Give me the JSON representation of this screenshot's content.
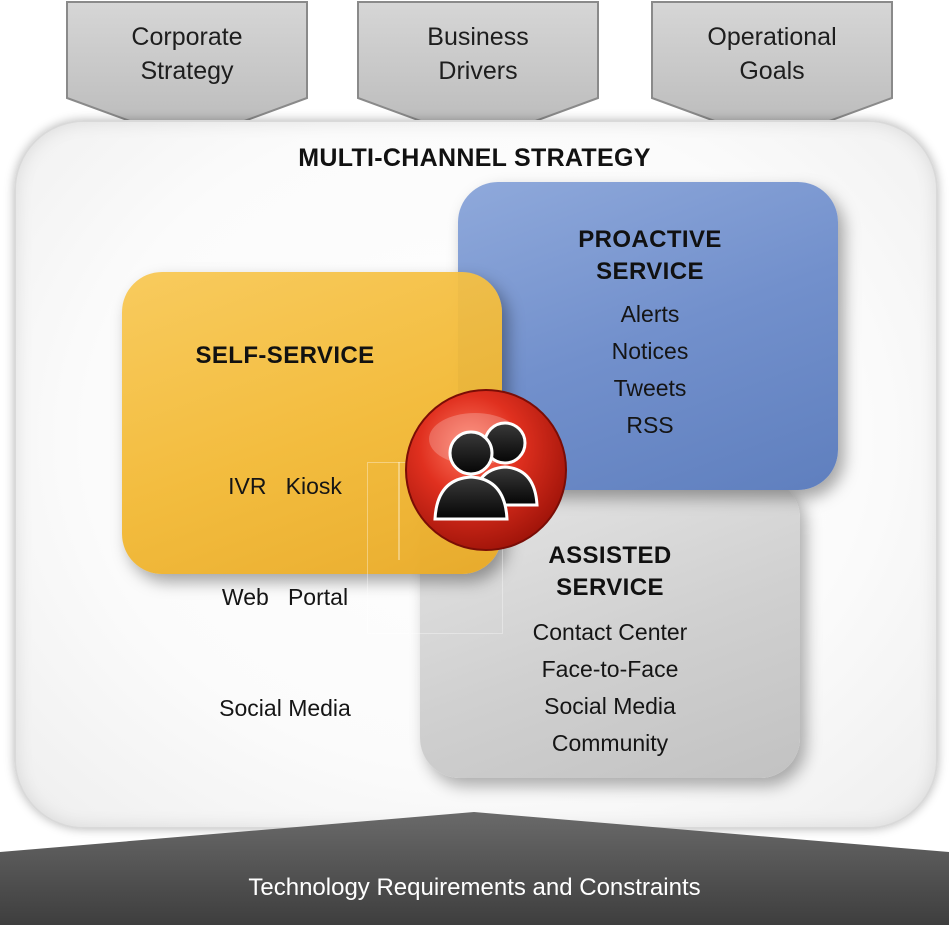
{
  "top_arrows": [
    {
      "lines": [
        "Corporate",
        "Strategy"
      ]
    },
    {
      "lines": [
        "Business",
        "Drivers"
      ]
    },
    {
      "lines": [
        "Operational",
        "Goals"
      ]
    }
  ],
  "panel": {
    "title": "MULTI-CHANNEL STRATEGY"
  },
  "self_service": {
    "title": "SELF-SERVICE",
    "items": [
      "IVR   Kiosk",
      "Web   Portal",
      "Social Media"
    ]
  },
  "proactive_service": {
    "title_lines": [
      "PROACTIVE",
      "SERVICE"
    ],
    "items": [
      "Alerts",
      "Notices",
      "Tweets",
      "RSS"
    ]
  },
  "assisted_service": {
    "title_lines": [
      "ASSISTED",
      "SERVICE"
    ],
    "items": [
      "Contact Center",
      "Face-to-Face",
      "Social Media",
      "Community"
    ]
  },
  "center_icon": "people-icon",
  "bottom_banner": {
    "label": "Technology Requirements and Constraints"
  },
  "colors": {
    "self_service": "#f2b832",
    "proactive_service": "#7290cc",
    "assisted_service": "#cfcfcf",
    "arrows": "#c9c9c9",
    "banner": "#555555",
    "icon_ring": "#d8261c"
  }
}
